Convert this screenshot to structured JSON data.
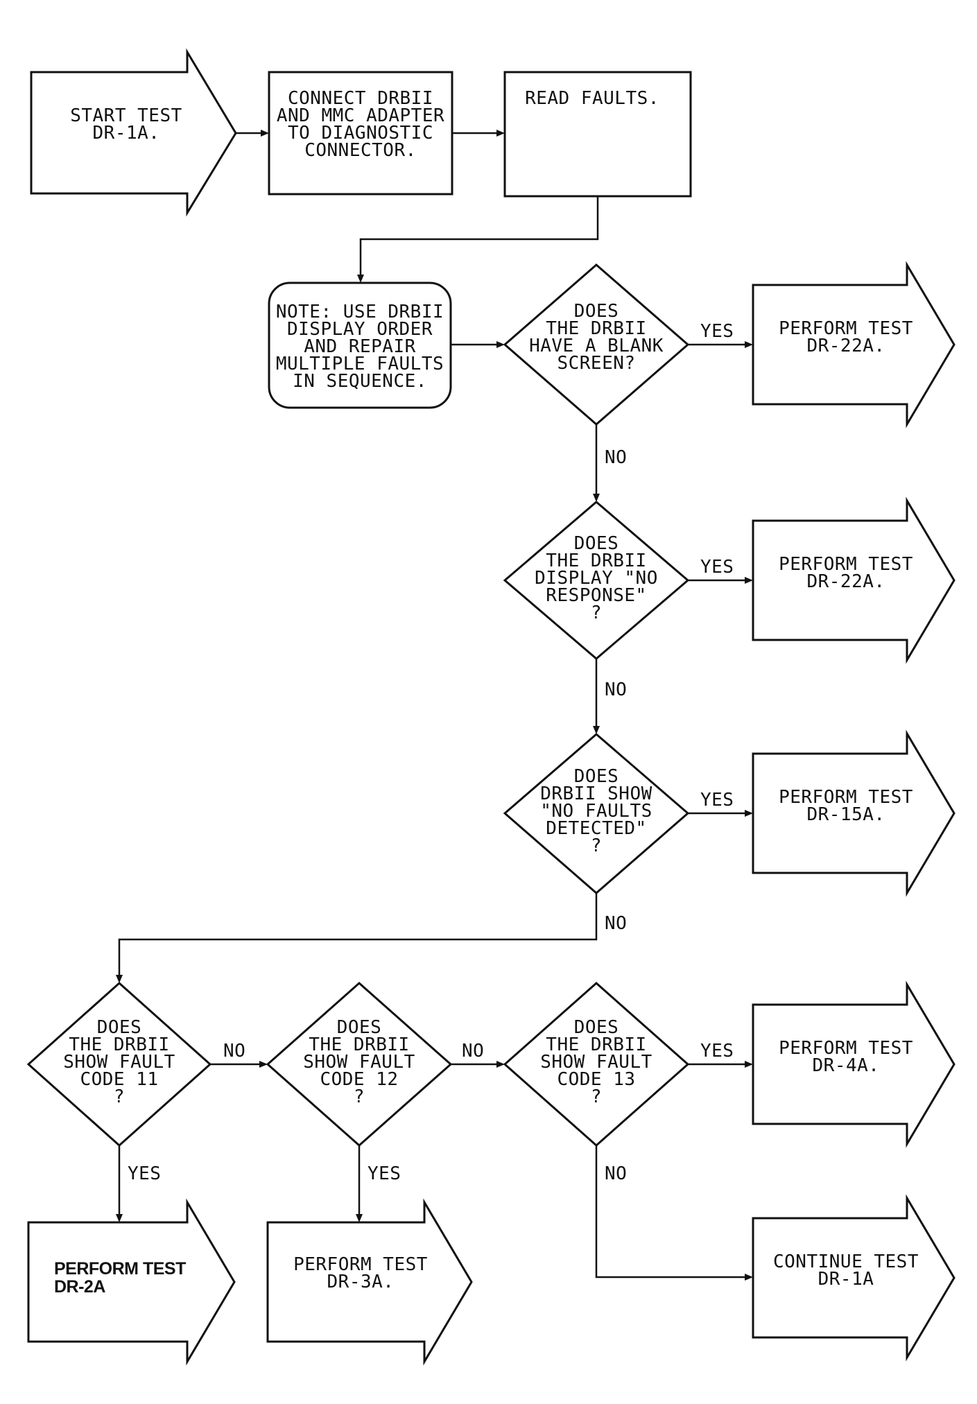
{
  "nodes": {
    "start": [
      "START TEST",
      "DR-1A."
    ],
    "connect": [
      "CONNECT DRBII",
      "AND MMC ADAPTER",
      "TO DIAGNOSTIC",
      "CONNECTOR."
    ],
    "read_faults": [
      "READ FAULTS."
    ],
    "note": [
      "NOTE: USE DRBII",
      "DISPLAY ORDER",
      "AND REPAIR",
      "MULTIPLE FAULTS",
      "IN SEQUENCE."
    ],
    "q_blank": [
      "DOES",
      "THE DRBII",
      "HAVE A BLANK",
      "SCREEN?"
    ],
    "out_22a_1": [
      "PERFORM TEST",
      "DR-22A."
    ],
    "q_no_response": [
      "DOES",
      "THE DRBII",
      "DISPLAY \"NO",
      "RESPONSE\"",
      "?"
    ],
    "out_22a_2": [
      "PERFORM TEST",
      "DR-22A."
    ],
    "q_no_faults": [
      "DOES",
      "DRBII SHOW",
      "\"NO FAULTS",
      "DETECTED\"",
      "?"
    ],
    "out_15a": [
      "PERFORM TEST",
      "DR-15A."
    ],
    "q_code11": [
      "DOES",
      "THE DRBII",
      "SHOW FAULT",
      "CODE 11",
      "?"
    ],
    "q_code12": [
      "DOES",
      "THE DRBII",
      "SHOW FAULT",
      "CODE 12",
      "?"
    ],
    "q_code13": [
      "DOES",
      "THE DRBII",
      "SHOW FAULT",
      "CODE 13",
      "?"
    ],
    "out_4a": [
      "PERFORM TEST",
      "DR-4A."
    ],
    "out_2a": [
      "PERFORM TEST",
      "DR-2A"
    ],
    "out_3a": [
      "PERFORM TEST",
      "DR-3A."
    ],
    "out_continue": [
      "CONTINUE TEST",
      "DR-1A"
    ]
  },
  "edge_labels": {
    "yes": "YES",
    "no": "NO"
  }
}
